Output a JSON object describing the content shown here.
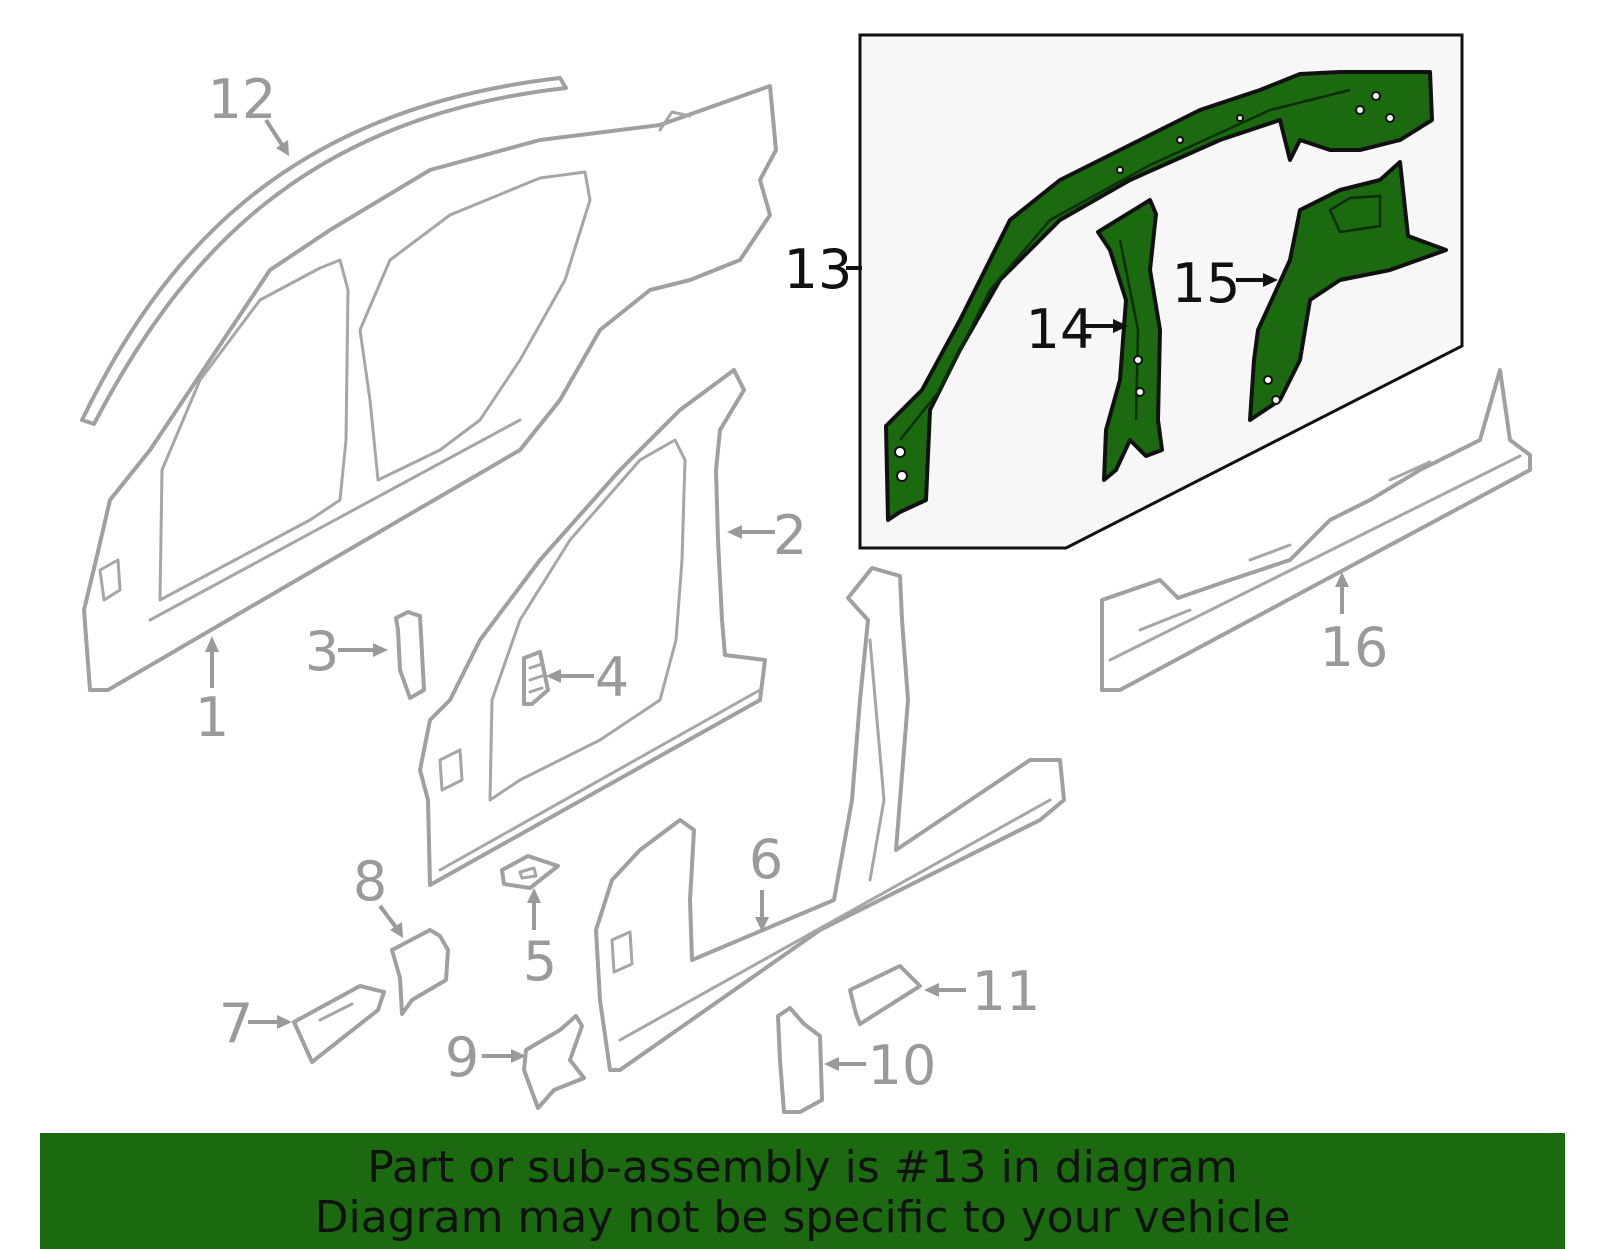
{
  "callouts": {
    "c1": "1",
    "c2": "2",
    "c3": "3",
    "c4": "4",
    "c5": "5",
    "c6": "6",
    "c7": "7",
    "c8": "8",
    "c9": "9",
    "c10": "10",
    "c11": "11",
    "c12": "12",
    "c13": "13",
    "c14": "14",
    "c15": "15",
    "c16": "16"
  },
  "banner": {
    "line1": "Part or sub-assembly is #13 in diagram",
    "line2": "Diagram may not be specific to your vehicle"
  },
  "colors": {
    "highlight": "#1b6a10",
    "part_outline": "#a0a0a0",
    "inset_background": "#f7f7f7"
  },
  "highlighted_part": "13"
}
